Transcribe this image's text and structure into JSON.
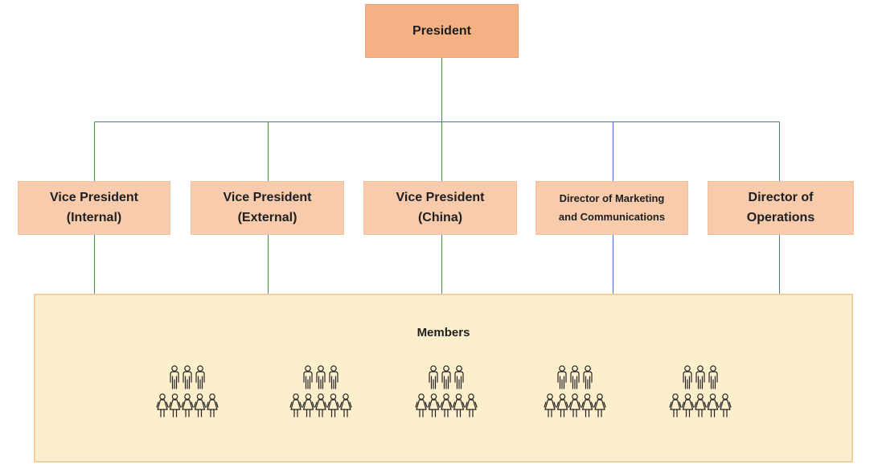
{
  "president": {
    "label": "President"
  },
  "officers": [
    {
      "line1": "Vice President",
      "line2": "(Internal)"
    },
    {
      "line1": "Vice President",
      "line2": "(External)"
    },
    {
      "line1": "Vice President",
      "line2": "(China)"
    },
    {
      "line1": "Director of Marketing",
      "line2": "and Communications"
    },
    {
      "line1": "Director of",
      "line2": "Operations"
    }
  ],
  "members": {
    "label": "Members",
    "group_count": 5,
    "people_per_group": {
      "top_row": 3,
      "bottom_row": 5
    }
  },
  "colors": {
    "connector": "#4472c4",
    "president_fill": "#f4b183",
    "officer_fill": "#f8cbad",
    "members_fill": "#fdefcc",
    "members_border": "#f3cfa0",
    "icon": "#222222"
  },
  "icons": {
    "member": "people-group-icon"
  }
}
